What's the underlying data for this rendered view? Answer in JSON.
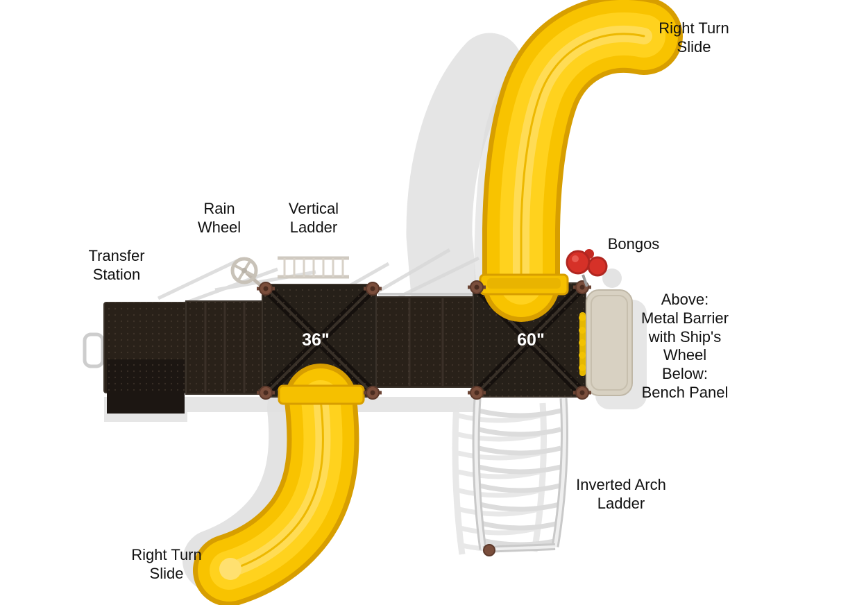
{
  "diagram": {
    "type": "playground-equipment-top-view",
    "deck_labels": {
      "deck_36": "36\"",
      "deck_60": "60\""
    },
    "labels": {
      "right_turn_slide_top": "Right Turn Slide",
      "rain_wheel": "Rain Wheel",
      "vertical_ladder": "Vertical Ladder",
      "transfer_station": "Transfer Station",
      "bongos": "Bongos",
      "barrier_note_lines": [
        "Above:",
        "Metal Barrier",
        "with Ship's",
        "Wheel",
        "Below:",
        "Bench Panel"
      ],
      "inverted_arch_ladder": "Inverted Arch Ladder",
      "right_turn_slide_bottom": "Right Turn Slide"
    },
    "colors": {
      "slide_yellow": "#F8C300",
      "slide_yellow_dark": "#D79E00",
      "slide_yellow_light": "#FFD21E",
      "slide_yellow_highlight": "#FFDC55",
      "deck_brown": "#262019",
      "walkway_brown": "#292119",
      "bench_tan": "#D8D1C2",
      "bongo_red": "#D63128",
      "clamp_brown": "#7A4E3C",
      "ladder_gray": "#C9C9C9",
      "shadow_gray": "#DEDEDE",
      "background": "#FFFFFF"
    }
  }
}
